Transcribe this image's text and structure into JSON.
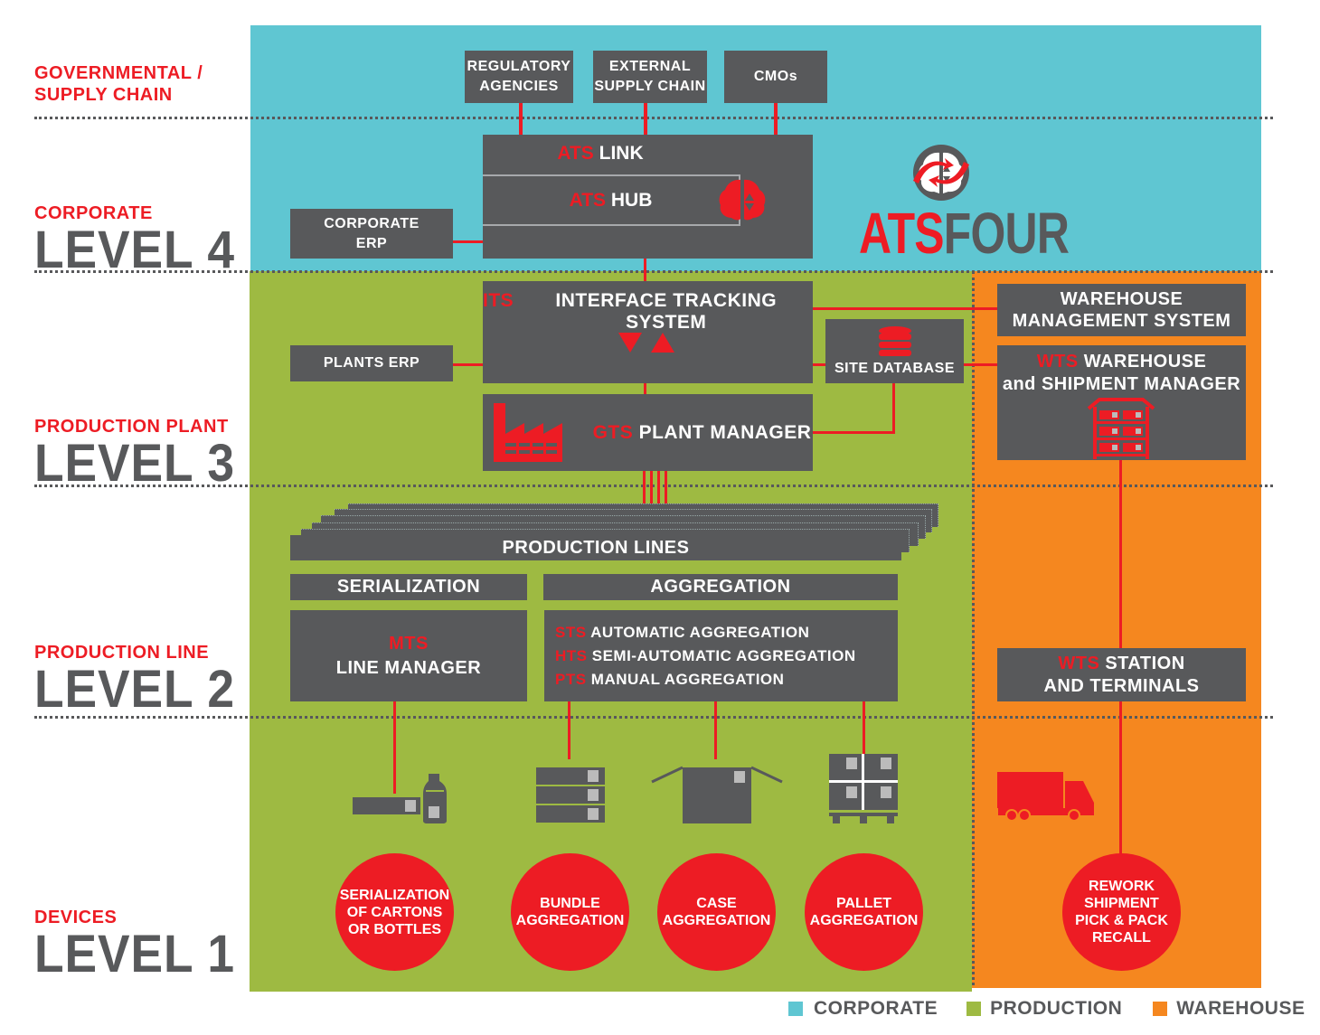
{
  "levels": [
    {
      "category": "GOVERNMENTAL /",
      "category2": "SUPPLY CHAIN",
      "level": ""
    },
    {
      "category": "CORPORATE",
      "level": "LEVEL 4"
    },
    {
      "category": "PRODUCTION PLANT",
      "level": "LEVEL 3"
    },
    {
      "category": "PRODUCTION LINE",
      "level": "LEVEL 2"
    },
    {
      "category": "DEVICES",
      "level": "LEVEL 1"
    }
  ],
  "governmental": {
    "regulatory": [
      "REGULATORY",
      "AGENCIES"
    ],
    "external": [
      "EXTERNAL",
      "SUPPLY CHAIN"
    ],
    "cmos": "CMOs"
  },
  "corporate": {
    "ats_link": {
      "prefix": "ATS",
      "label": "LINK"
    },
    "ats_hub": {
      "prefix": "ATS",
      "label": "HUB"
    },
    "erp": [
      "CORPORATE",
      "ERP"
    ],
    "logo": {
      "red": "ATS",
      "gray": "FOUR"
    }
  },
  "plant": {
    "its": {
      "prefix": "ITS",
      "label": "INTERFACE TRACKING SYSTEM"
    },
    "plants_erp": "PLANTS ERP",
    "site_db": "SITE DATABASE",
    "gts": {
      "prefix": "GTS",
      "label": "PLANT MANAGER"
    }
  },
  "warehouse": {
    "wms": [
      "WAREHOUSE",
      "MANAGEMENT SYSTEM"
    ],
    "wts_mgr": {
      "prefix": "WTS",
      "line1": "WAREHOUSE",
      "line2": "and SHIPMENT MANAGER"
    },
    "wts_station": {
      "prefix": "WTS",
      "line1": "STATION",
      "line2": "AND TERMINALS"
    },
    "rework": [
      "REWORK",
      "SHIPMENT",
      "PICK & PACK",
      "RECALL"
    ]
  },
  "line": {
    "production_lines": "PRODUCTION LINES",
    "serialization": "SERIALIZATION",
    "aggregation": "AGGREGATION",
    "mts": {
      "prefix": "MTS",
      "label": "LINE MANAGER"
    },
    "agg_items": [
      {
        "prefix": "STS",
        "label": "AUTOMATIC AGGREGATION"
      },
      {
        "prefix": "HTS",
        "label": "SEMI-AUTOMATIC AGGREGATION"
      },
      {
        "prefix": "PTS",
        "label": "MANUAL AGGREGATION"
      }
    ]
  },
  "devices": [
    [
      "SERIALIZATION",
      "OF CARTONS",
      "OR BOTTLES"
    ],
    [
      "BUNDLE",
      "AGGREGATION"
    ],
    [
      "CASE",
      "AGGREGATION"
    ],
    [
      "PALLET",
      "AGGREGATION"
    ]
  ],
  "legend": [
    {
      "label": "CORPORATE",
      "color": "#5fc6d2"
    },
    {
      "label": "PRODUCTION",
      "color": "#9eba42"
    },
    {
      "label": "WAREHOUSE",
      "color": "#f5871f"
    }
  ],
  "colors": {
    "accent": "#ed1c24",
    "box": "#58595b",
    "corporate": "#5fc6d2",
    "production": "#9eba42",
    "warehouse": "#f5871f"
  }
}
